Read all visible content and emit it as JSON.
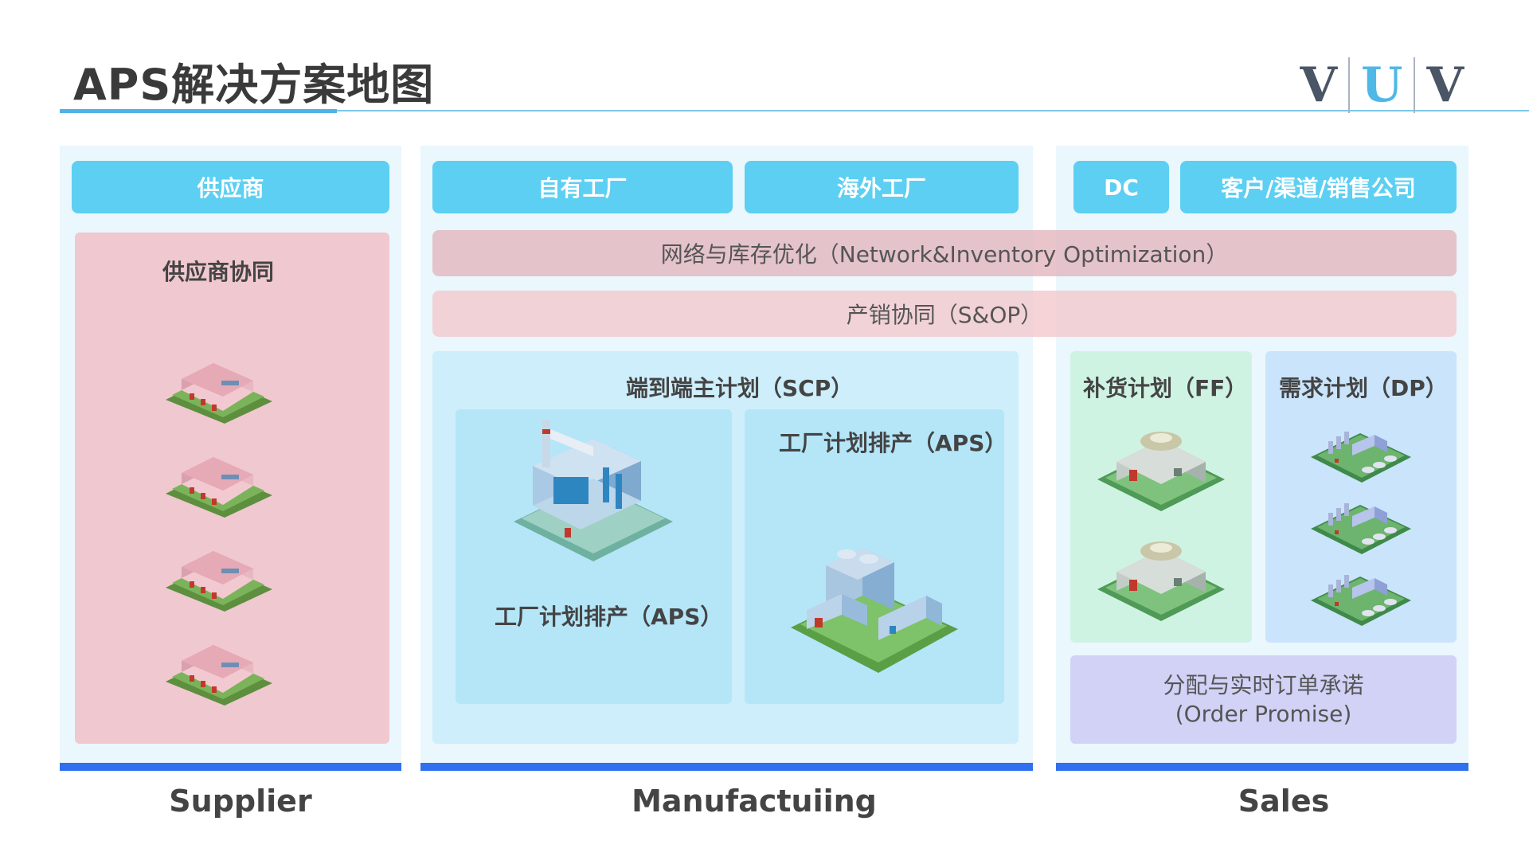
{
  "header": {
    "title": "APS解决方案地图"
  },
  "logo": {
    "letters": [
      "V",
      "U",
      "V"
    ]
  },
  "supplier": {
    "tab": "供应商",
    "box_label": "供应商协同",
    "footer": "Supplier"
  },
  "manufacturing": {
    "tabs": [
      "自有工厂",
      "海外工厂"
    ],
    "scp_label": "端到端主计划（SCP）",
    "aps_left": "工厂计划排产（APS）",
    "aps_right": "工厂计划排产（APS）",
    "footer": "Manufactuiing"
  },
  "sales": {
    "tabs": [
      "DC",
      "客户/渠道/销售公司"
    ],
    "ff_label": "补货计划（FF）",
    "dp_label": "需求计划（DP）",
    "order_line1": "分配与实时订单承诺",
    "order_line2": "(Order Promise)",
    "footer": "Sales"
  },
  "bands": {
    "network": "网络与库存优化（Network&Inventory Optimization）",
    "sop": "产销协同（S&OP）"
  },
  "icons": {
    "warehouse": "warehouse-icon",
    "factory": "factory-icon",
    "plant": "plant-icon",
    "distribution": "distribution-center-icon",
    "industrial": "industrial-park-icon"
  },
  "colors": {
    "tab": "#5dcff2",
    "bar": "#2f6ff0",
    "panel": "#eaf7fd",
    "supplier_box": "#f0c8cf"
  }
}
